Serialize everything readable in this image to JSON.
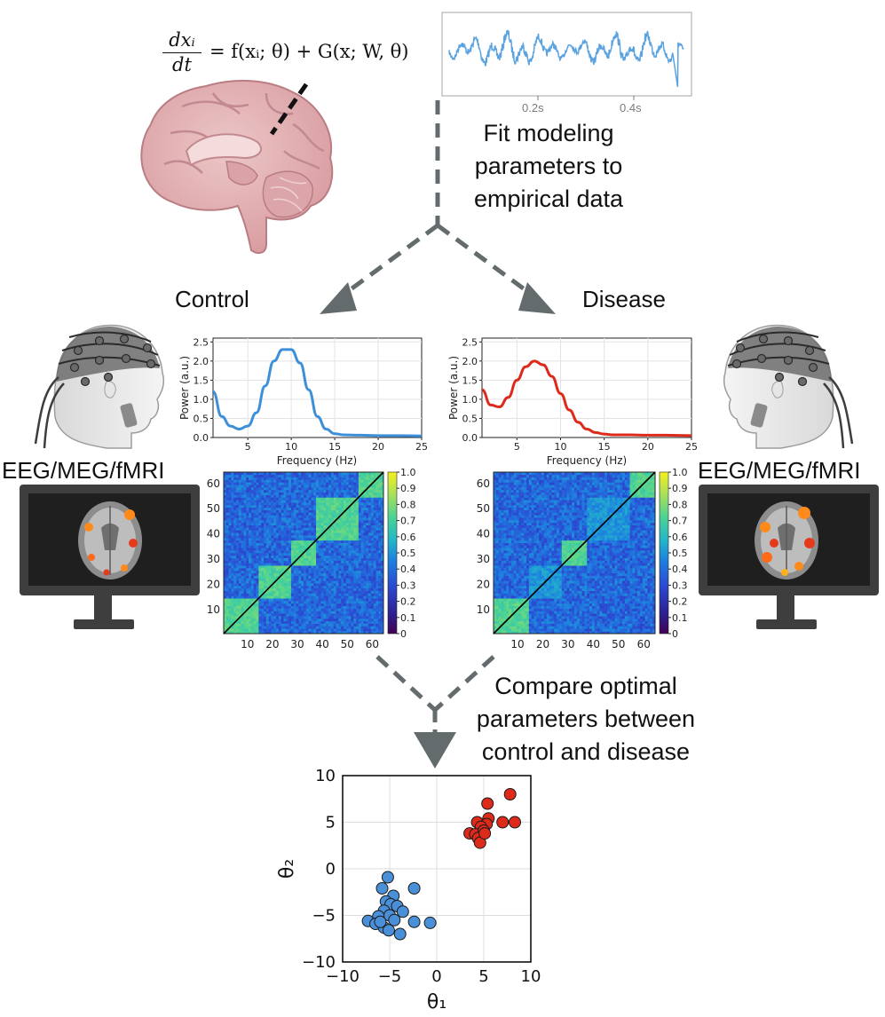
{
  "equation": {
    "lhs_num": "dxᵢ",
    "lhs_den": "dt",
    "rhs": "= f(xᵢ; θ) + G(x; W, θ)"
  },
  "timeseries": {
    "tick_labels": [
      "0.2s",
      "0.4s"
    ],
    "line_color": "#5aa3e0"
  },
  "steps": {
    "fit": [
      "Fit modeling",
      "parameters to",
      "empirical data"
    ],
    "compare": [
      "Compare optimal",
      "parameters between",
      "control and disease"
    ]
  },
  "groups": {
    "control": "Control",
    "disease": "Disease"
  },
  "modality_label": "EEG/MEG/fMRI",
  "psd": {
    "xlabel": "Frequency (Hz)",
    "ylabel": "Power (a.u.)",
    "xticks": [
      "5",
      "10",
      "15",
      "20",
      "25"
    ],
    "yticks": [
      "0.0",
      "0.5",
      "1.0",
      "1.5",
      "2.0",
      "2.5"
    ]
  },
  "fc_matrix": {
    "xticks": [
      "10",
      "20",
      "30",
      "40",
      "50",
      "60"
    ],
    "yticks": [
      "10",
      "20",
      "30",
      "40",
      "50",
      "60"
    ],
    "colorbar_ticks": [
      "1.0",
      "0.9",
      "0.8",
      "0.7",
      "0.6",
      "0.5",
      "0.4",
      "0.3",
      "0.2",
      "0.1",
      "0"
    ]
  },
  "chart_data": [
    {
      "type": "line",
      "x": [
        1,
        2,
        3,
        4,
        5,
        6,
        7,
        8,
        9,
        10,
        11,
        12,
        13,
        14,
        15,
        16,
        18,
        20,
        22,
        25
      ],
      "series": [
        {
          "values": [
            1.2,
            0.55,
            0.3,
            0.22,
            0.3,
            0.65,
            1.35,
            2.0,
            2.3,
            2.3,
            1.95,
            1.25,
            0.55,
            0.22,
            0.1,
            0.07,
            0.06,
            0.05,
            0.05,
            0.04
          ]
        }
      ],
      "xlabel": "Frequency (Hz)",
      "ylabel": "Power (a.u.)",
      "xlim": [
        1,
        25
      ],
      "ylim": [
        0,
        2.6
      ],
      "color": "#3d8fd9",
      "grid": true
    },
    {
      "type": "line",
      "x": [
        1,
        2,
        3,
        4,
        5,
        6,
        7,
        8,
        9,
        10,
        11,
        12,
        13,
        14,
        15,
        16,
        18,
        20,
        22,
        25
      ],
      "series": [
        {
          "values": [
            1.25,
            0.85,
            0.8,
            1.05,
            1.5,
            1.85,
            2.0,
            1.9,
            1.6,
            1.15,
            0.72,
            0.4,
            0.22,
            0.13,
            0.09,
            0.07,
            0.07,
            0.06,
            0.06,
            0.05
          ]
        }
      ],
      "xlabel": "Frequency (Hz)",
      "ylabel": "Power (a.u.)",
      "xlim": [
        1,
        25
      ],
      "ylim": [
        0,
        2.6
      ],
      "color": "#dd2a1b",
      "grid": true
    },
    {
      "type": "scatter",
      "xlabel": "θ₁",
      "ylabel": "θ₂",
      "xlim": [
        -10,
        10
      ],
      "ylim": [
        -10,
        10
      ],
      "xticks": [
        "−10",
        "−5",
        "0",
        "5",
        "10"
      ],
      "yticks": [
        "10",
        "5",
        "0",
        "−5",
        "−10"
      ],
      "grid": true,
      "series": [
        {
          "color": "#4a90d9",
          "points": [
            [
              -5.2,
              -0.9
            ],
            [
              -5.8,
              -2.1
            ],
            [
              -4.6,
              -2.9
            ],
            [
              -2.4,
              -2.1
            ],
            [
              -5.4,
              -3.5
            ],
            [
              -4.9,
              -3.8
            ],
            [
              -4.2,
              -4.0
            ],
            [
              -3.6,
              -4.6
            ],
            [
              -5.6,
              -4.5
            ],
            [
              -7.3,
              -5.6
            ],
            [
              -6.2,
              -5.1
            ],
            [
              -5.0,
              -5.0
            ],
            [
              -4.5,
              -5.5
            ],
            [
              -6.5,
              -5.9
            ],
            [
              -5.6,
              -6.3
            ],
            [
              -2.4,
              -5.7
            ],
            [
              -0.7,
              -5.8
            ],
            [
              -3.9,
              -7.0
            ],
            [
              -5.1,
              -6.6
            ],
            [
              -6.0,
              -5.7
            ]
          ]
        },
        {
          "color": "#dd2a1b",
          "points": [
            [
              7.8,
              8.0
            ],
            [
              5.4,
              7.0
            ],
            [
              5.5,
              5.4
            ],
            [
              8.3,
              5.0
            ],
            [
              7.0,
              5.0
            ],
            [
              4.3,
              5.0
            ],
            [
              5.3,
              4.8
            ],
            [
              4.7,
              4.5
            ],
            [
              3.5,
              3.8
            ],
            [
              4.1,
              3.7
            ],
            [
              5.0,
              4.1
            ],
            [
              4.4,
              3.3
            ],
            [
              4.6,
              2.8
            ],
            [
              5.1,
              3.8
            ]
          ]
        }
      ]
    }
  ]
}
